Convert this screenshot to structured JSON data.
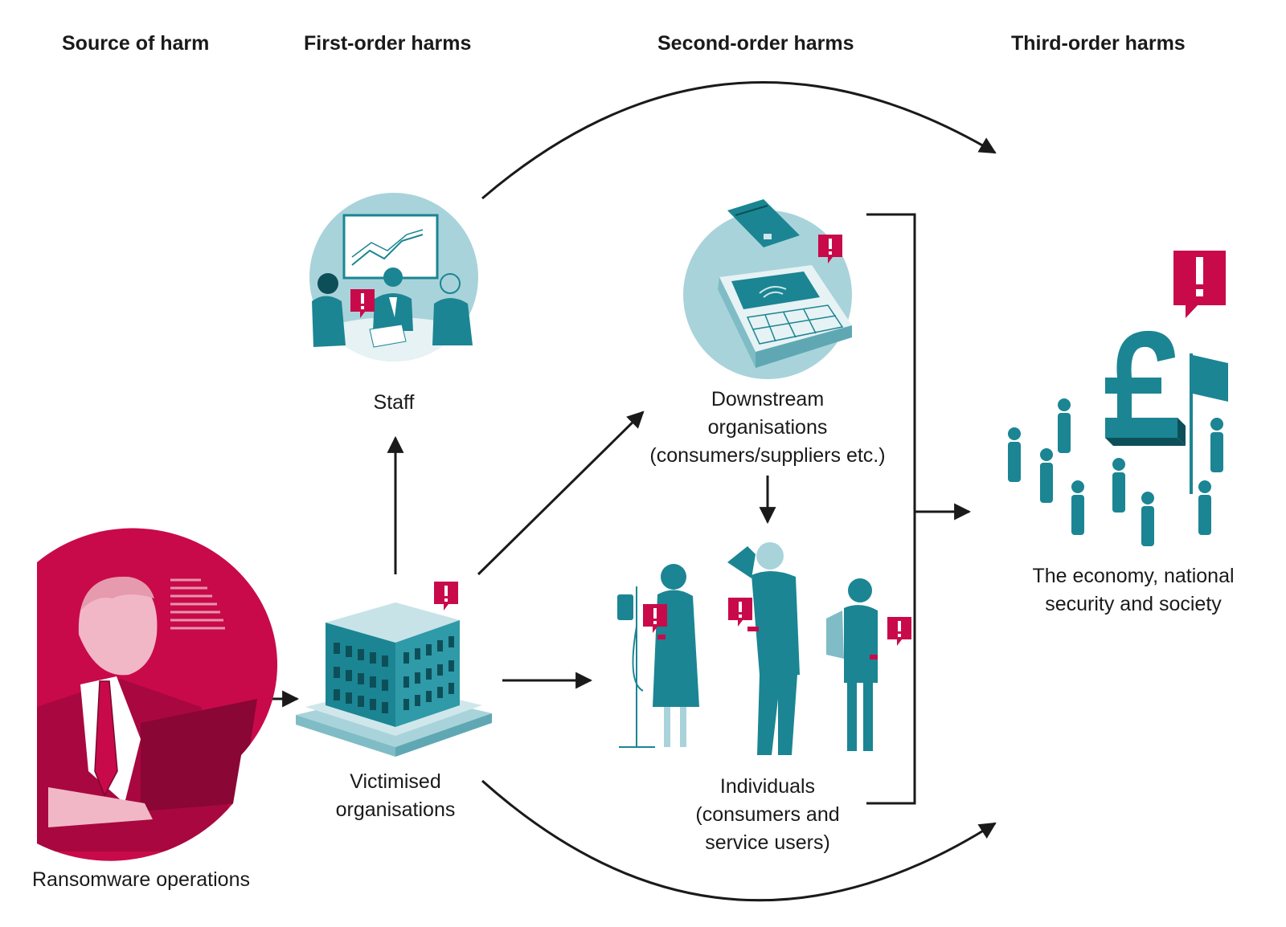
{
  "headers": {
    "source": "Source of harm",
    "first": "First-order harms",
    "second": "Second-order harms",
    "third": "Third-order harms"
  },
  "nodes": {
    "ransomware": {
      "label": "Ransomware operations",
      "icon": "hacker-laptop-icon"
    },
    "victimised": {
      "lines": [
        "Victimised",
        "organisations"
      ],
      "icon": "office-building-icon"
    },
    "staff": {
      "label": "Staff",
      "icon": "meeting-staff-icon"
    },
    "downstream": {
      "lines": [
        "Downstream",
        "organisations",
        "(consumers/suppliers etc.)"
      ],
      "icon": "card-payment-terminal-icon"
    },
    "individuals": {
      "lines": [
        "Individuals",
        "(consumers and",
        "service users)"
      ],
      "icon": "people-with-phones-icon"
    },
    "economy": {
      "lines": [
        "The economy, national",
        "security and society"
      ],
      "icon": "pound-sign-crowd-icon"
    }
  },
  "colors": {
    "teal": "#1b8593",
    "teal_light": "#a9d3da",
    "red": "#c80a4b",
    "pink": "#f1b7c6",
    "arrow": "#1a1a1a"
  }
}
